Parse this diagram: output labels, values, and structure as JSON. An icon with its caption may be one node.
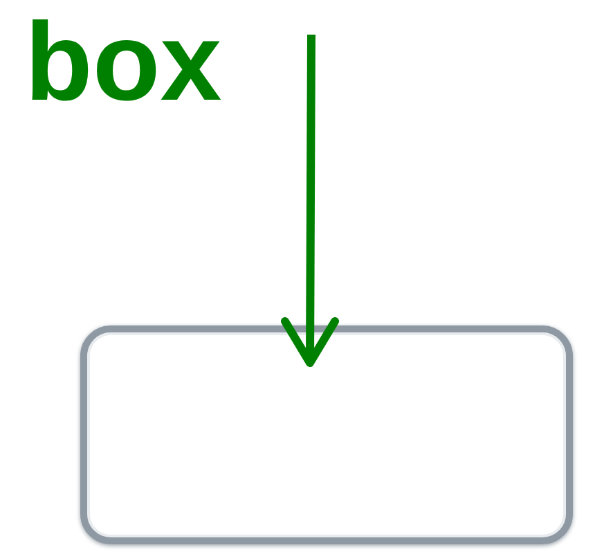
{
  "diagram": {
    "nodes": [
      {
        "text": [
          "box"
        ]
      },
      {
        "text": [],
        "shape": "box"
      }
    ],
    "edges": [
      {
        "from": null,
        "to": 1,
        "arrow": "to",
        "color": "#008000"
      }
    ]
  }
}
